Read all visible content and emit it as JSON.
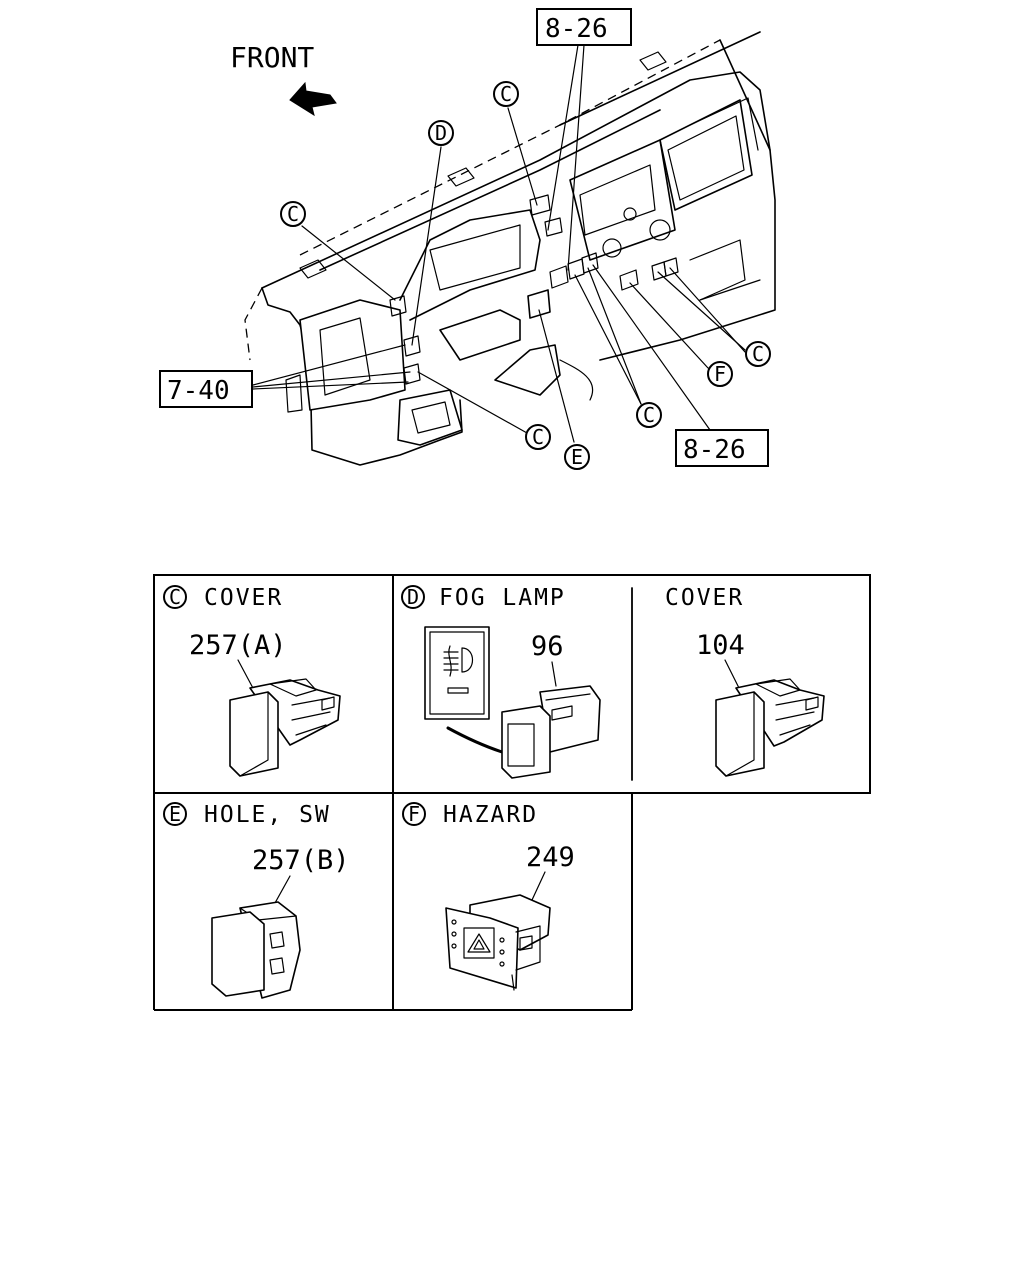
{
  "overview": {
    "front_label": "FRONT",
    "ref_8_26_top": "8-26",
    "ref_8_26_bottom": "8-26",
    "ref_7_40": "7-40",
    "callouts": {
      "c1": "C",
      "c2": "C",
      "c3": "C",
      "c4": "C",
      "c5": "C",
      "d": "D",
      "e": "E",
      "f": "F"
    }
  },
  "panels": {
    "c_cover": {
      "letter": "C",
      "title": "COVER",
      "part": "257(A)"
    },
    "d_fog_lamp": {
      "letter": "D",
      "title": "FOG LAMP",
      "part": "96"
    },
    "d_cover": {
      "title": "COVER",
      "part": "104"
    },
    "e_hole_sw": {
      "letter": "E",
      "title": "HOLE, SW",
      "part": "257(B)"
    },
    "f_hazard": {
      "letter": "F",
      "title": "HAZARD",
      "part": "249"
    }
  }
}
